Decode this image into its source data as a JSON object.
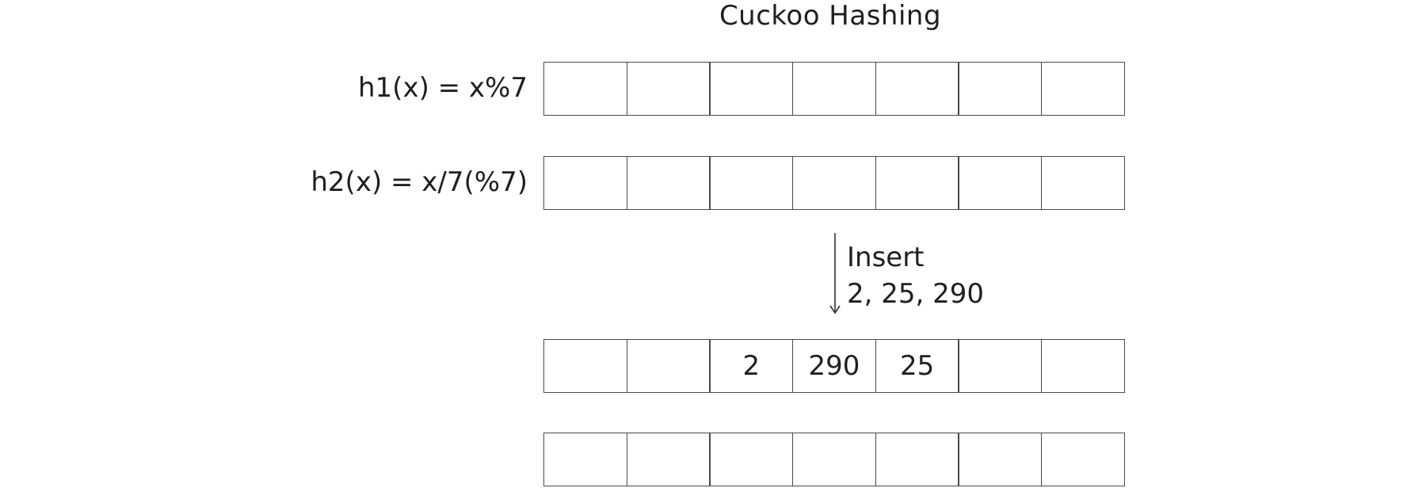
{
  "title": "Cuckoo Hashing",
  "before": {
    "h1_label": "h1(x) = x%7",
    "h2_label": "h2(x) = x/7(%7)",
    "table1": [
      "",
      "",
      "",
      "",
      "",
      "",
      ""
    ],
    "table2": [
      "",
      "",
      "",
      "",
      "",
      "",
      ""
    ]
  },
  "operation": {
    "line1": "Insert",
    "line2": "2, 25, 290"
  },
  "after": {
    "table1": [
      "",
      "",
      "2",
      "290",
      "25",
      "",
      ""
    ],
    "table2": [
      "",
      "",
      "",
      "",
      "",
      "",
      ""
    ]
  }
}
